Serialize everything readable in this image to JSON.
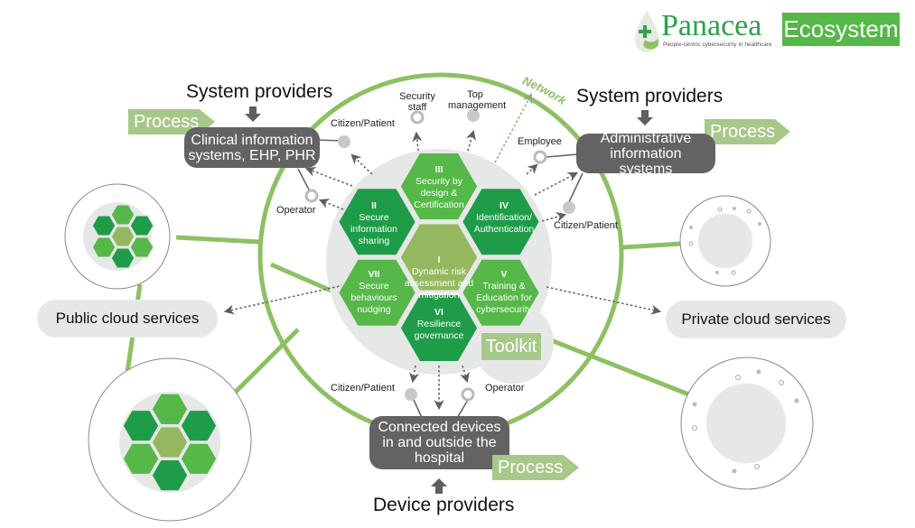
{
  "logo": {
    "brand": "Panacea",
    "product": "Ecosystem",
    "tagline": "People-centric cybersecurity in healthcare",
    "icon": "leaf-cross-shield-icon",
    "brand_color": "#2aa14a",
    "product_bg": "#55b848"
  },
  "colors": {
    "ring_green": "#8dc063",
    "hex_dark": "#1f9c48",
    "hex_mid": "#55b848",
    "hex_center": "#94b85f",
    "inner_grey": "#e6e7e7",
    "dark_box": "#636363",
    "process_green": "#a6c888"
  },
  "network_label": "Network",
  "providers": {
    "top_left": "System providers",
    "top_right": "System providers",
    "bottom": "Device providers"
  },
  "process_label": "Process",
  "systems": {
    "clinical": "Clinical information systems, EHP, PHR",
    "administrative": "Administrative information systems",
    "devices": "Connected devices in and outside the hospital"
  },
  "actors": {
    "citizen_patient_tl": "Citizen/Patient",
    "operator_l": "Operator",
    "security_staff": "Security staff",
    "top_management": "Top management",
    "employee": "Employee",
    "citizen_patient_r": "Citizen/Patient",
    "citizen_patient_b": "Citizen/Patient",
    "operator_b": "Operator"
  },
  "clouds": {
    "public": "Public cloud services",
    "private": "Private cloud services"
  },
  "toolkit_label": "Toolkit",
  "hexagons": [
    {
      "num": "I",
      "text": "Dynamic risk assessment and mitigation",
      "shade": "center"
    },
    {
      "num": "II",
      "text": "Secure information sharing",
      "shade": "dark"
    },
    {
      "num": "III",
      "text": "Security by design & Certification",
      "shade": "mid"
    },
    {
      "num": "IV",
      "text": "Identification/ Authentication",
      "shade": "dark"
    },
    {
      "num": "V",
      "text": "Training & Education for cybersecurity",
      "shade": "mid"
    },
    {
      "num": "VI",
      "text": "Resilience governance",
      "shade": "dark"
    },
    {
      "num": "VII",
      "text": "Secure behaviours nudging",
      "shade": "mid"
    }
  ]
}
